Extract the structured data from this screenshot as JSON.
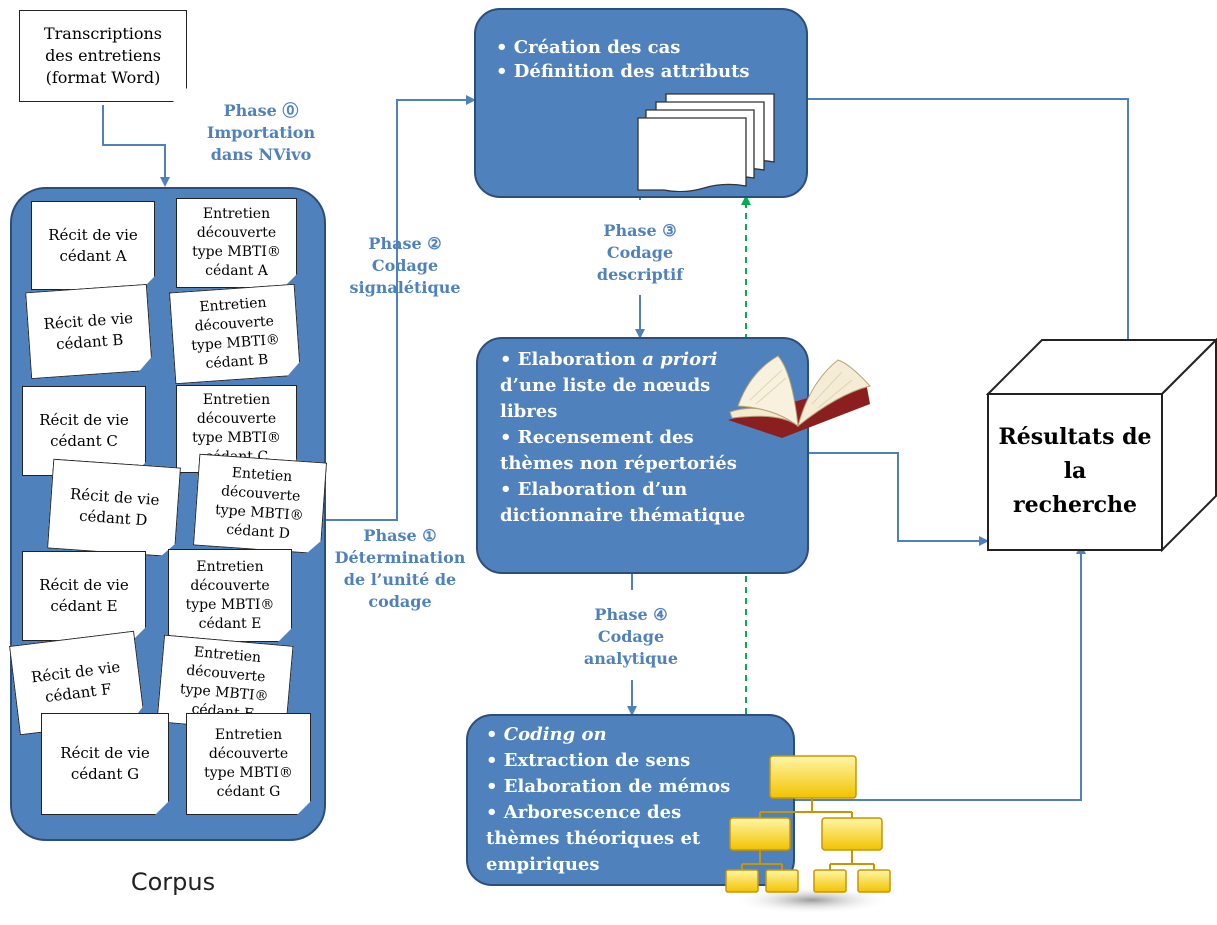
{
  "transcriptions": {
    "lines": [
      "Transcriptions",
      "des entretiens",
      "(format Word)"
    ]
  },
  "phases": {
    "p0": {
      "label": "Phase ⓪",
      "lines": [
        "Importation",
        "dans NVivo"
      ]
    },
    "p1": {
      "label": "Phase ①",
      "lines": [
        "Détermination",
        "de l’unité de",
        "codage"
      ]
    },
    "p2": {
      "label": "Phase ②",
      "lines": [
        "Codage",
        "signalétique"
      ]
    },
    "p3": {
      "label": "Phase ③",
      "lines": [
        "Codage",
        "descriptif"
      ]
    },
    "p4": {
      "label": "Phase ④",
      "lines": [
        "Codage",
        "analytique"
      ]
    }
  },
  "corpus": {
    "label": "Corpus",
    "recits": [
      [
        "Récit de vie",
        "cédant A"
      ],
      [
        "Récit de vie",
        "cédant B"
      ],
      [
        "Récit de vie",
        "cédant C"
      ],
      [
        "Récit de vie",
        "cédant D"
      ],
      [
        "Récit de vie",
        "cédant E"
      ],
      [
        "Récit de vie",
        "cédant F"
      ],
      [
        "Récit de vie",
        "cédant G"
      ]
    ],
    "entretiens": [
      [
        "Entretien",
        "découverte",
        "type MBTI®",
        "cédant A"
      ],
      [
        "Entretien",
        "découverte",
        "type MBTI®",
        "cédant B"
      ],
      [
        "Entretien",
        "découverte",
        "type MBTI®",
        "cédant C"
      ],
      [
        "Entetien",
        "découverte",
        "type MBTI®",
        "cédant D"
      ],
      [
        "Entretien",
        "découverte",
        "type MBTI®",
        "cédant E"
      ],
      [
        "Entretien",
        "découverte",
        "type MBTI®",
        "cédant F"
      ],
      [
        "Entretien",
        "découverte",
        "type MBTI®",
        "cédant G"
      ]
    ]
  },
  "box_cases": {
    "lines": [
      "• Création des cas",
      "•  Définition des attributs"
    ]
  },
  "box_descriptif": {
    "lines": [
      "•  Elaboration ",
      "a priori",
      "d’une liste de nœuds",
      "libres",
      "•  Recensement des",
      "thèmes non répertoriés",
      "•  Elaboration d’un",
      "dictionnaire thématique"
    ]
  },
  "box_analytique": {
    "lines": [
      "• ",
      "Coding on",
      "•  Extraction de sens",
      "• Elaboration de mémos",
      "•  Arborescence des",
      "thèmes théoriques et",
      "empiriques"
    ]
  },
  "results": {
    "lines": [
      "Résultats de",
      "la",
      "recherche"
    ]
  },
  "colors": {
    "box_fill": "#4f81bd",
    "box_border": "#2c4e7a",
    "phase_text": "#4f81bd",
    "arrow": "#4f81bd",
    "dashed_arrow": "#00b050"
  },
  "icons": [
    "pages-stack-icon",
    "book-icon",
    "folder-tree-icon"
  ]
}
